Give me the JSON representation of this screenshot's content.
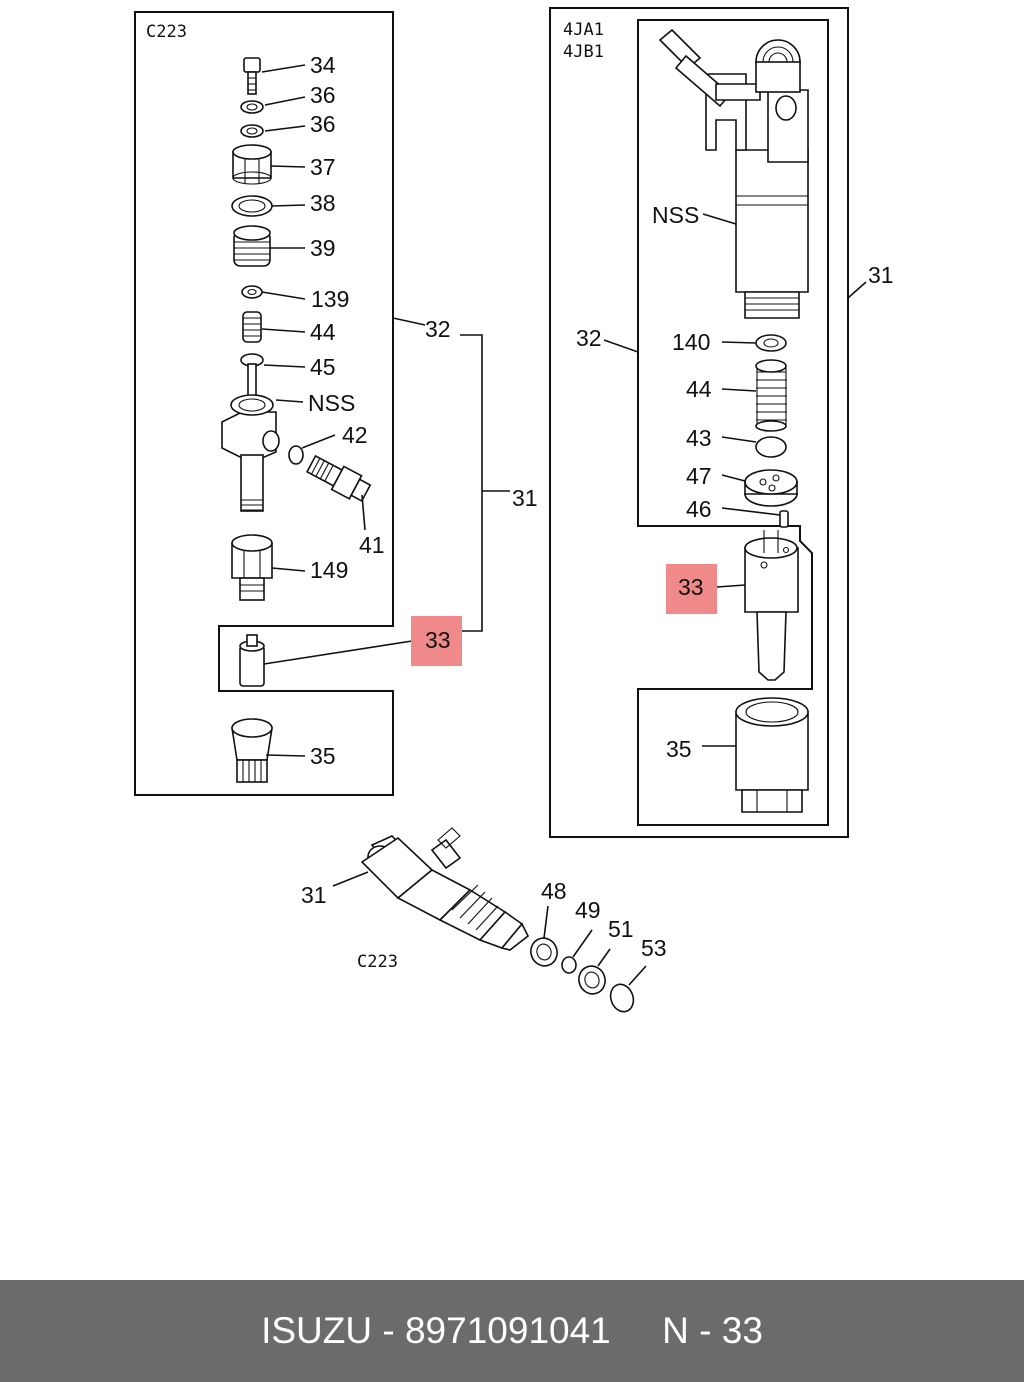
{
  "diagram": {
    "left_panel": {
      "model_code": "C223",
      "labels": [
        "34",
        "36",
        "36",
        "37",
        "38",
        "39",
        "139",
        "44",
        "45",
        "NSS",
        "42",
        "41",
        "149",
        "32",
        "31",
        "33",
        "35"
      ]
    },
    "right_panel": {
      "model_codes": [
        "4JA1",
        "4JB1"
      ],
      "labels": [
        "NSS",
        "31",
        "32",
        "140",
        "44",
        "43",
        "47",
        "46",
        "33",
        "35"
      ]
    },
    "bottom": {
      "model_code": "C223",
      "labels": [
        "31",
        "48",
        "49",
        "51",
        "53"
      ]
    },
    "highlight_color": "#f08a8a"
  },
  "footer": {
    "text": "ISUZU - 8971091041     N - 33",
    "background": "#6b6b6b"
  }
}
